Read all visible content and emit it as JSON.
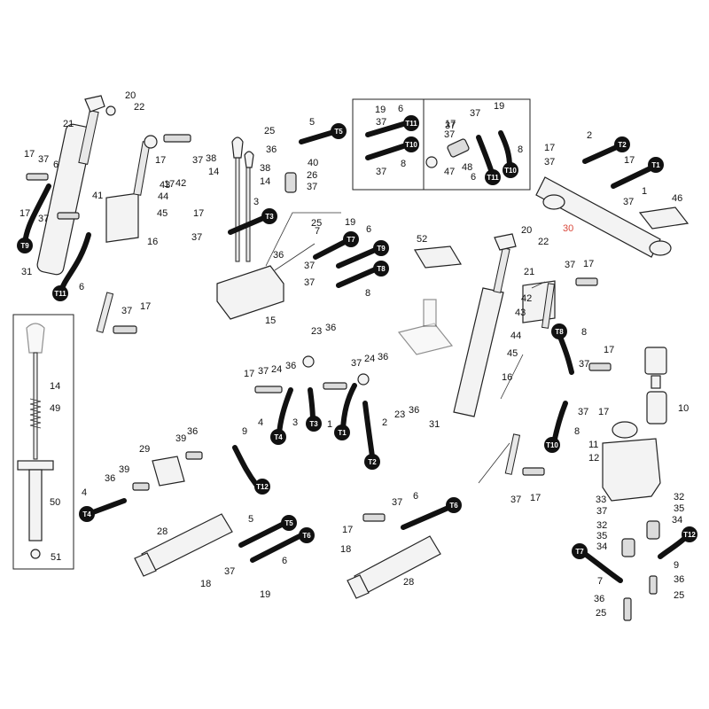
{
  "labels": [
    {
      "t": "20"
    },
    {
      "t": "22"
    },
    {
      "t": "21"
    },
    {
      "t": "17"
    },
    {
      "t": "37"
    },
    {
      "t": "6"
    },
    {
      "t": "17"
    },
    {
      "t": "37"
    },
    {
      "t": "17"
    },
    {
      "t": "43"
    },
    {
      "t": "42"
    },
    {
      "t": "44"
    },
    {
      "t": "45"
    },
    {
      "t": "41"
    },
    {
      "t": "17"
    },
    {
      "t": "37"
    },
    {
      "t": "16"
    },
    {
      "t": "31"
    },
    {
      "t": "6"
    },
    {
      "t": "37"
    },
    {
      "t": "17"
    },
    {
      "t": "25"
    },
    {
      "t": "5"
    },
    {
      "t": "36"
    },
    {
      "t": "40"
    },
    {
      "t": "26"
    },
    {
      "t": "37"
    },
    {
      "t": "38"
    },
    {
      "t": "14"
    },
    {
      "t": "38"
    },
    {
      "t": "14"
    },
    {
      "t": "17"
    },
    {
      "t": "3"
    },
    {
      "t": "37"
    },
    {
      "t": "19"
    },
    {
      "t": "6"
    },
    {
      "t": "37"
    },
    {
      "t": "37"
    },
    {
      "t": "8"
    },
    {
      "t": "37"
    },
    {
      "t": "17"
    },
    {
      "t": "37"
    },
    {
      "t": "47"
    },
    {
      "t": "48"
    },
    {
      "t": "37"
    },
    {
      "t": "6"
    },
    {
      "t": "19"
    },
    {
      "t": "8"
    },
    {
      "t": "25"
    },
    {
      "t": "19"
    },
    {
      "t": "7"
    },
    {
      "t": "6"
    },
    {
      "t": "36"
    },
    {
      "t": "37"
    },
    {
      "t": "37"
    },
    {
      "t": "8"
    },
    {
      "t": "15"
    },
    {
      "t": "17"
    },
    {
      "t": "2"
    },
    {
      "t": "37"
    },
    {
      "t": "17"
    },
    {
      "t": "1"
    },
    {
      "t": "37"
    },
    {
      "t": "46"
    },
    {
      "t": "30"
    },
    {
      "t": "52"
    },
    {
      "t": "20"
    },
    {
      "t": "22"
    },
    {
      "t": "21"
    },
    {
      "t": "37"
    },
    {
      "t": "17"
    },
    {
      "t": "42"
    },
    {
      "t": "43"
    },
    {
      "t": "44"
    },
    {
      "t": "45"
    },
    {
      "t": "8"
    },
    {
      "t": "37"
    },
    {
      "t": "17"
    },
    {
      "t": "16"
    },
    {
      "t": "37"
    },
    {
      "t": "17"
    },
    {
      "t": "8"
    },
    {
      "t": "31"
    },
    {
      "t": "37"
    },
    {
      "t": "17"
    },
    {
      "t": "23"
    },
    {
      "t": "36"
    },
    {
      "t": "17"
    },
    {
      "t": "37"
    },
    {
      "t": "24"
    },
    {
      "t": "36"
    },
    {
      "t": "37"
    },
    {
      "t": "24"
    },
    {
      "t": "36"
    },
    {
      "t": "4"
    },
    {
      "t": "3"
    },
    {
      "t": "1"
    },
    {
      "t": "2"
    },
    {
      "t": "23"
    },
    {
      "t": "36"
    },
    {
      "t": "14"
    },
    {
      "t": "49"
    },
    {
      "t": "50"
    },
    {
      "t": "51"
    },
    {
      "t": "29"
    },
    {
      "t": "39"
    },
    {
      "t": "36"
    },
    {
      "t": "9"
    },
    {
      "t": "39"
    },
    {
      "t": "36"
    },
    {
      "t": "4"
    },
    {
      "t": "28"
    },
    {
      "t": "5"
    },
    {
      "t": "37"
    },
    {
      "t": "6"
    },
    {
      "t": "18"
    },
    {
      "t": "19"
    },
    {
      "t": "37"
    },
    {
      "t": "6"
    },
    {
      "t": "17"
    },
    {
      "t": "18"
    },
    {
      "t": "28"
    },
    {
      "t": "10"
    },
    {
      "t": "11"
    },
    {
      "t": "12"
    },
    {
      "t": "33"
    },
    {
      "t": "37"
    },
    {
      "t": "32"
    },
    {
      "t": "35"
    },
    {
      "t": "34"
    },
    {
      "t": "32"
    },
    {
      "t": "35"
    },
    {
      "t": "34"
    },
    {
      "t": "9"
    },
    {
      "t": "7"
    },
    {
      "t": "36"
    },
    {
      "t": "25"
    },
    {
      "t": "36"
    },
    {
      "t": "25"
    }
  ],
  "tags": [
    {
      "t": "T9"
    },
    {
      "t": "T11"
    },
    {
      "t": "T5"
    },
    {
      "t": "T3"
    },
    {
      "t": "T11"
    },
    {
      "t": "T10"
    },
    {
      "t": "T10"
    },
    {
      "t": "T11"
    },
    {
      "t": "T7"
    },
    {
      "t": "T9"
    },
    {
      "t": "T8"
    },
    {
      "t": "T2"
    },
    {
      "t": "T1"
    },
    {
      "t": "T8"
    },
    {
      "t": "T10"
    },
    {
      "t": "T4"
    },
    {
      "t": "T3"
    },
    {
      "t": "T1"
    },
    {
      "t": "T2"
    },
    {
      "t": "T12"
    },
    {
      "t": "T4"
    },
    {
      "t": "T5"
    },
    {
      "t": "T6"
    },
    {
      "t": "T6"
    },
    {
      "t": "T7"
    },
    {
      "t": "T12"
    }
  ],
  "colors": {
    "line": "#222222",
    "accent_label": "#d9483b",
    "hose": "#111111"
  }
}
